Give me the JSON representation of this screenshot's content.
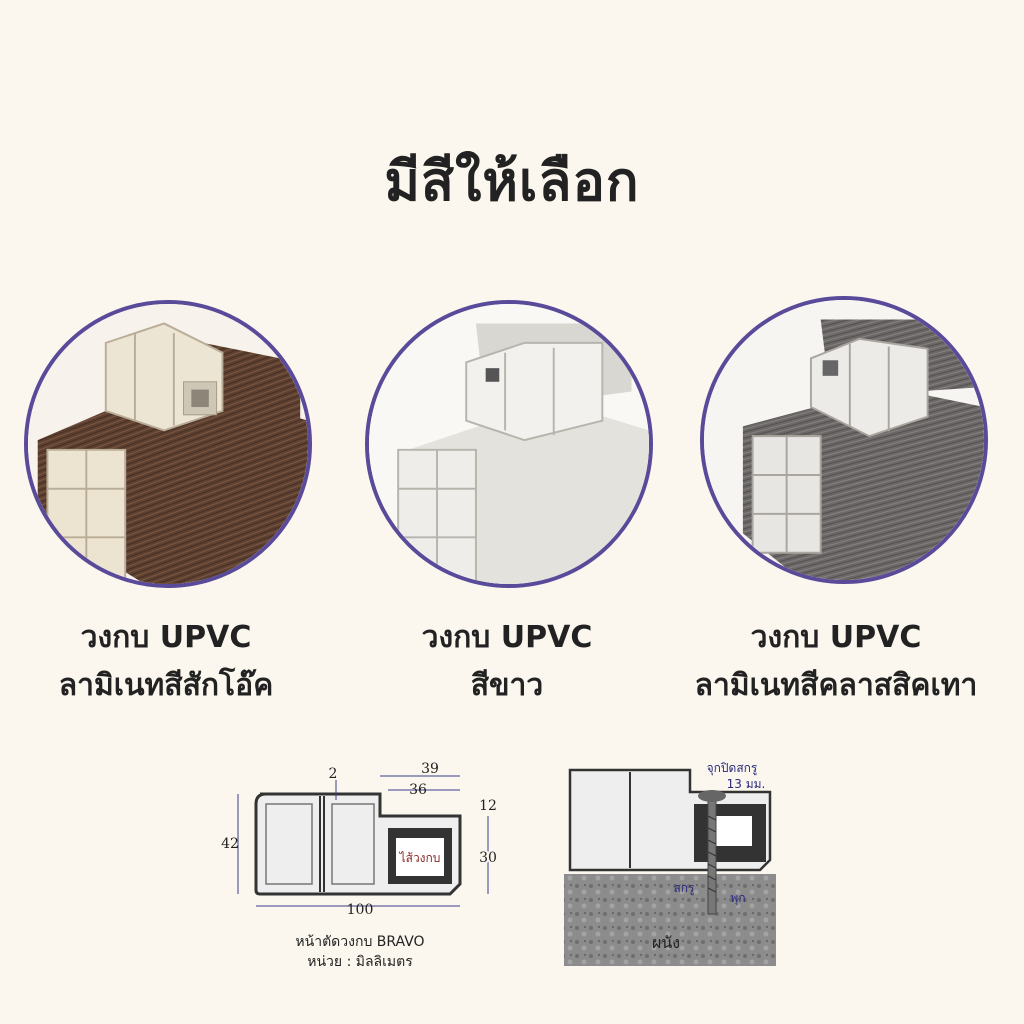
{
  "title": "มีสีให้เลือก",
  "colors": {
    "background": "#fbf7ee",
    "ring": "#5a4a9a",
    "oak": "#5e4030",
    "white": "#e4e2dc",
    "grey": "#6b6867"
  },
  "options": [
    {
      "line1": "วงกบ UPVC",
      "line2": "ลามิเนทสีสักโอ๊ค",
      "swatch": "oak"
    },
    {
      "line1": "วงกบ UPVC",
      "line2": "สีขาว",
      "swatch": "white"
    },
    {
      "line1": "วงกบ UPVC",
      "line2": "ลามิเนทสีคลาสสิคเทา",
      "swatch": "grey"
    }
  ],
  "section_diagram": {
    "dims": {
      "d2": "2",
      "d39": "39",
      "d36": "36",
      "d12": "12",
      "d42": "42",
      "d30": "30",
      "d100": "100"
    },
    "core_label": "ไส้วงกบ",
    "caption1": "หน้าตัดวงกบ BRAVO",
    "caption2": "หน่วย : มิลลิเมตร"
  },
  "install_diagram": {
    "cap_label_1": "จุกปิดสกรู",
    "cap_label_2": "13 มม.",
    "screw_label": "สกรู",
    "plug_label": "พุก",
    "wall_label": "ผนัง"
  }
}
